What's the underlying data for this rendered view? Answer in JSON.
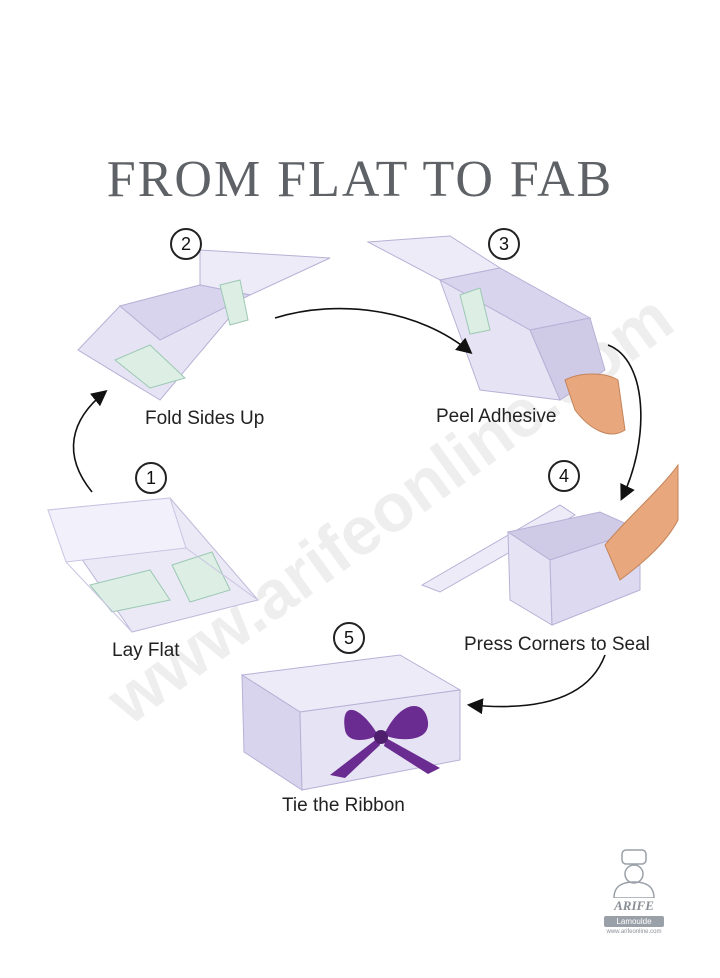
{
  "title": "FROM FLAT TO FAB",
  "steps": [
    {
      "number": "1",
      "label": "Lay Flat"
    },
    {
      "number": "2",
      "label": "Fold Sides Up"
    },
    {
      "number": "3",
      "label": "Peel Adhesive"
    },
    {
      "number": "4",
      "label": "Press Corners to Seal"
    },
    {
      "number": "5",
      "label": "Tie the Ribbon"
    }
  ],
  "watermark": "www.arifeonline.com",
  "logo": {
    "brand": "ARIFE",
    "sub": "Lamoulde",
    "url": "www.arifeonline.com"
  },
  "colors": {
    "box": "#e6e4f4",
    "box_shade": "#cfcbe6",
    "adhesive": "#7fb8a2",
    "ribbon": "#6a2c91",
    "arrow": "#111111",
    "title": "#5e6266"
  }
}
